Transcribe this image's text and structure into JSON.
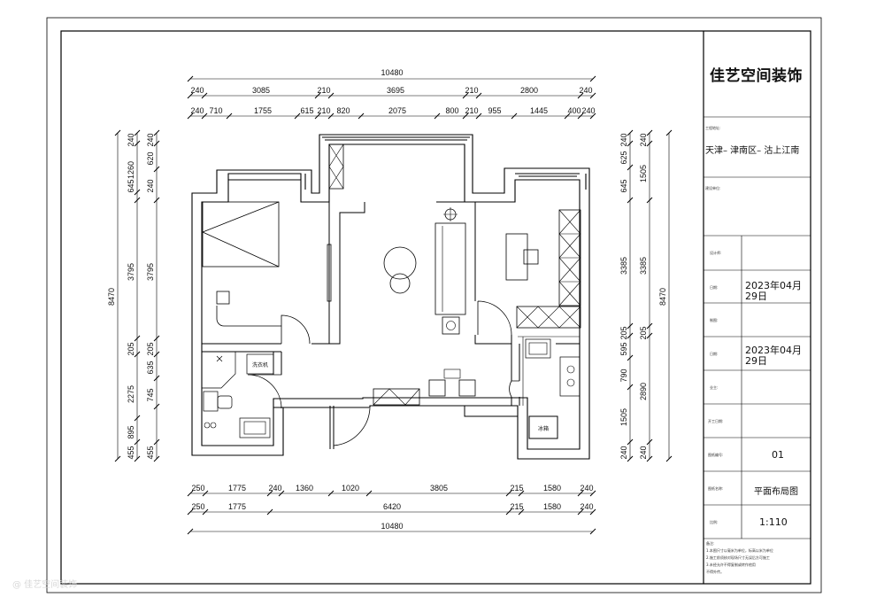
{
  "title_block": {
    "company": "佳艺空间装饰",
    "project_address_label": "工程地址:",
    "project_address": "天津– 津南区– 沽上江南",
    "construction_unit_label": "建设单位:",
    "designer_label": "设计师:",
    "date1_label": "日期:",
    "date1": "2023年04月29日",
    "drafter_label": "制图:",
    "date2_label": "日期:",
    "date2": "2023年04月29日",
    "owner_label": "业主:",
    "start_date_label": "开工日期:",
    "drawing_no_label": "图纸编号:",
    "drawing_no": "01",
    "drawing_name_label": "图纸名称:",
    "drawing_name": "平面布局图",
    "scale_label": "比例:",
    "scale": "1:110",
    "notes_title": "备注:",
    "notes": [
      "1.本图尺寸以毫米为单位，标高以米为单位",
      "2.施工前须核对现场尺寸无误后方可施工",
      "3.未经允许不得复制或转作他用",
      "不得外传。"
    ]
  },
  "rooms": {
    "washer": "洗衣机",
    "fridge": "冰箱"
  },
  "dimensions": {
    "top_total": "10480",
    "top_row1": [
      "240",
      "3085",
      "210",
      "3695",
      "210",
      "2800",
      "240"
    ],
    "top_row2": [
      "240",
      "710",
      "1755",
      "615",
      "210",
      "820",
      "2075",
      "800",
      "210",
      "955",
      "1445",
      "400",
      "240"
    ],
    "bottom_row1": [
      "250",
      "1775",
      "240",
      "1360",
      "1020",
      "3805",
      "215",
      "1580",
      "240"
    ],
    "bottom_row2": [
      "250",
      "1775",
      "6420",
      "215",
      "1580",
      "240"
    ],
    "bottom_total": "10480",
    "left_total": "8470",
    "left_outer": [
      "240",
      "1260",
      "645",
      "3795",
      "205",
      "2275",
      "895",
      "455"
    ],
    "left_inner": [
      "240",
      "620",
      "240",
      "3795",
      "205",
      "635",
      "745",
      "455"
    ],
    "right_total": "8470",
    "right_outer": [
      "240",
      "625",
      "645",
      "3385",
      "205",
      "595",
      "790",
      "1505",
      "240"
    ],
    "right_inner": [
      "240",
      "1505",
      "3385",
      "205",
      "2890",
      "240"
    ]
  },
  "watermark": "@ 佳艺空间装饰"
}
